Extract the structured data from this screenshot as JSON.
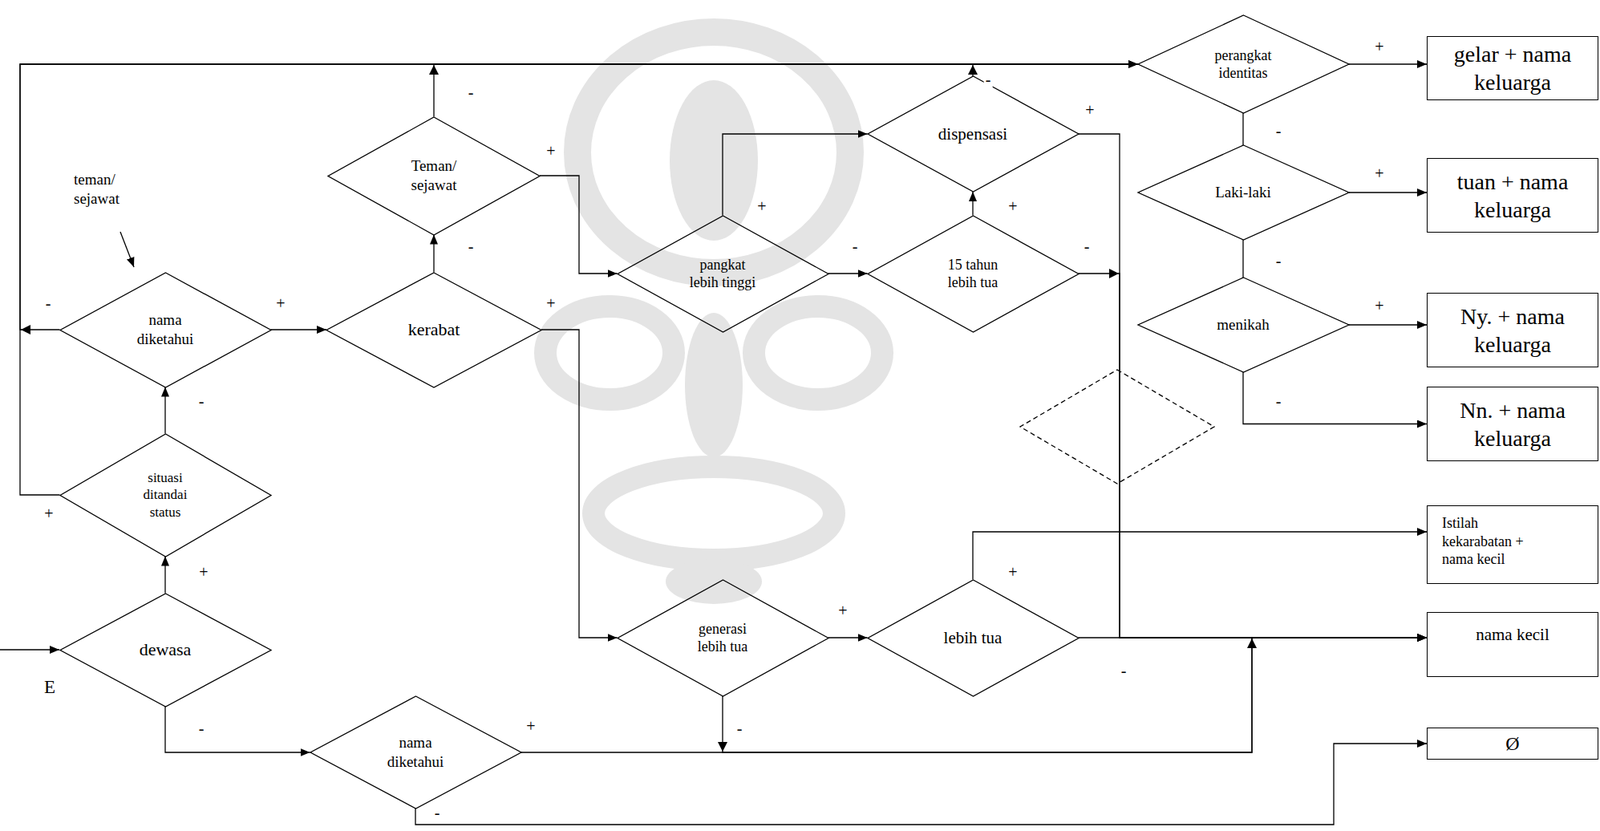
{
  "diagram": {
    "nodes": [
      {
        "text": [
          "perangkat identitas"
        ]
      },
      {
        "text": [
          "gelar + nama keluarga"
        ]
      },
      {
        "text": [
          "dispensasi"
        ]
      },
      {
        "text": [
          "Teman/ sejawat"
        ]
      },
      {
        "text": [
          "Laki-laki"
        ]
      },
      {
        "text": [
          "tuan + nama keluarga"
        ]
      },
      {
        "text": [
          "pangkat lebih tinggi"
        ]
      },
      {
        "text": [
          "15 tahun lebih tua"
        ]
      },
      {
        "text": [
          "nama diketahui"
        ]
      },
      {
        "text": [
          "kerabat"
        ]
      },
      {
        "text": [
          "menikah"
        ]
      },
      {
        "text": [
          "Ny. + nama keluarga"
        ]
      },
      {
        "text": [
          "Nn. + nama keluarga"
        ]
      },
      {
        "text": [
          "situasi ditandai status"
        ]
      },
      {
        "text": [
          "Istilah kekarabatan + nama kecil"
        ]
      },
      {
        "text": [
          "generasi lebih tua"
        ]
      },
      {
        "text": [
          "lebih tua"
        ]
      },
      {
        "text": [
          "nama kecil"
        ]
      },
      {
        "text": [
          "dewasa"
        ]
      },
      {
        "text": [
          "nama diketahui"
        ]
      },
      {
        "text": [
          "Ø"
        ]
      }
    ],
    "edges": [
      {
        "from": 18,
        "to": 13,
        "label": "+",
        "arrow": "to"
      },
      {
        "from": 18,
        "to": 19,
        "label": "-",
        "arrow": "to"
      },
      {
        "from": 13,
        "to": 8,
        "label": "-",
        "arrow": "to"
      },
      {
        "from": 13,
        "to": 0,
        "label": "+",
        "arrow": "to"
      },
      {
        "from": 8,
        "to": 0,
        "label": "-",
        "arrow": "to"
      },
      {
        "from": 8,
        "to": 9,
        "label": "+",
        "arrow": "to"
      },
      {
        "from": 9,
        "to": 3,
        "label": "-",
        "arrow": "to"
      },
      {
        "from": 9,
        "to": 15,
        "label": "+",
        "arrow": "to"
      },
      {
        "from": 3,
        "to": 0,
        "label": "-",
        "arrow": "to"
      },
      {
        "from": 3,
        "to": 6,
        "label": "+",
        "arrow": "to"
      },
      {
        "from": 6,
        "to": 2,
        "label": "+",
        "arrow": "to"
      },
      {
        "from": 6,
        "to": 7,
        "label": "-",
        "arrow": "to"
      },
      {
        "from": 7,
        "to": 2,
        "label": "+",
        "arrow": "to"
      },
      {
        "from": 7,
        "to": 17,
        "label": "-",
        "arrow": "to"
      },
      {
        "from": 2,
        "to": 0,
        "label": "-",
        "arrow": "to"
      },
      {
        "from": 2,
        "to": 17,
        "label": "+",
        "arrow": "to"
      },
      {
        "from": 15,
        "to": 16,
        "label": "+",
        "arrow": "to"
      },
      {
        "from": 15,
        "to": 17,
        "label": "-",
        "arrow": "to"
      },
      {
        "from": 16,
        "to": 14,
        "label": "+",
        "arrow": "to"
      },
      {
        "from": 16,
        "to": 17,
        "label": "-",
        "arrow": "to"
      },
      {
        "from": 19,
        "to": 17,
        "label": "+",
        "arrow": "to"
      },
      {
        "from": 19,
        "to": 20,
        "label": "-",
        "arrow": "to"
      },
      {
        "from": 0,
        "to": 1,
        "label": "+",
        "arrow": "to"
      },
      {
        "from": 0,
        "to": 4,
        "label": "-",
        "arrow": "none"
      },
      {
        "from": 4,
        "to": 5,
        "label": "+",
        "arrow": "to"
      },
      {
        "from": 4,
        "to": 10,
        "label": "-",
        "arrow": "none"
      },
      {
        "from": 10,
        "to": 11,
        "label": "+",
        "arrow": "to"
      },
      {
        "from": 10,
        "to": 12,
        "label": "-",
        "arrow": "to"
      }
    ],
    "labels": [
      "teman/ sejawat",
      "E"
    ]
  }
}
